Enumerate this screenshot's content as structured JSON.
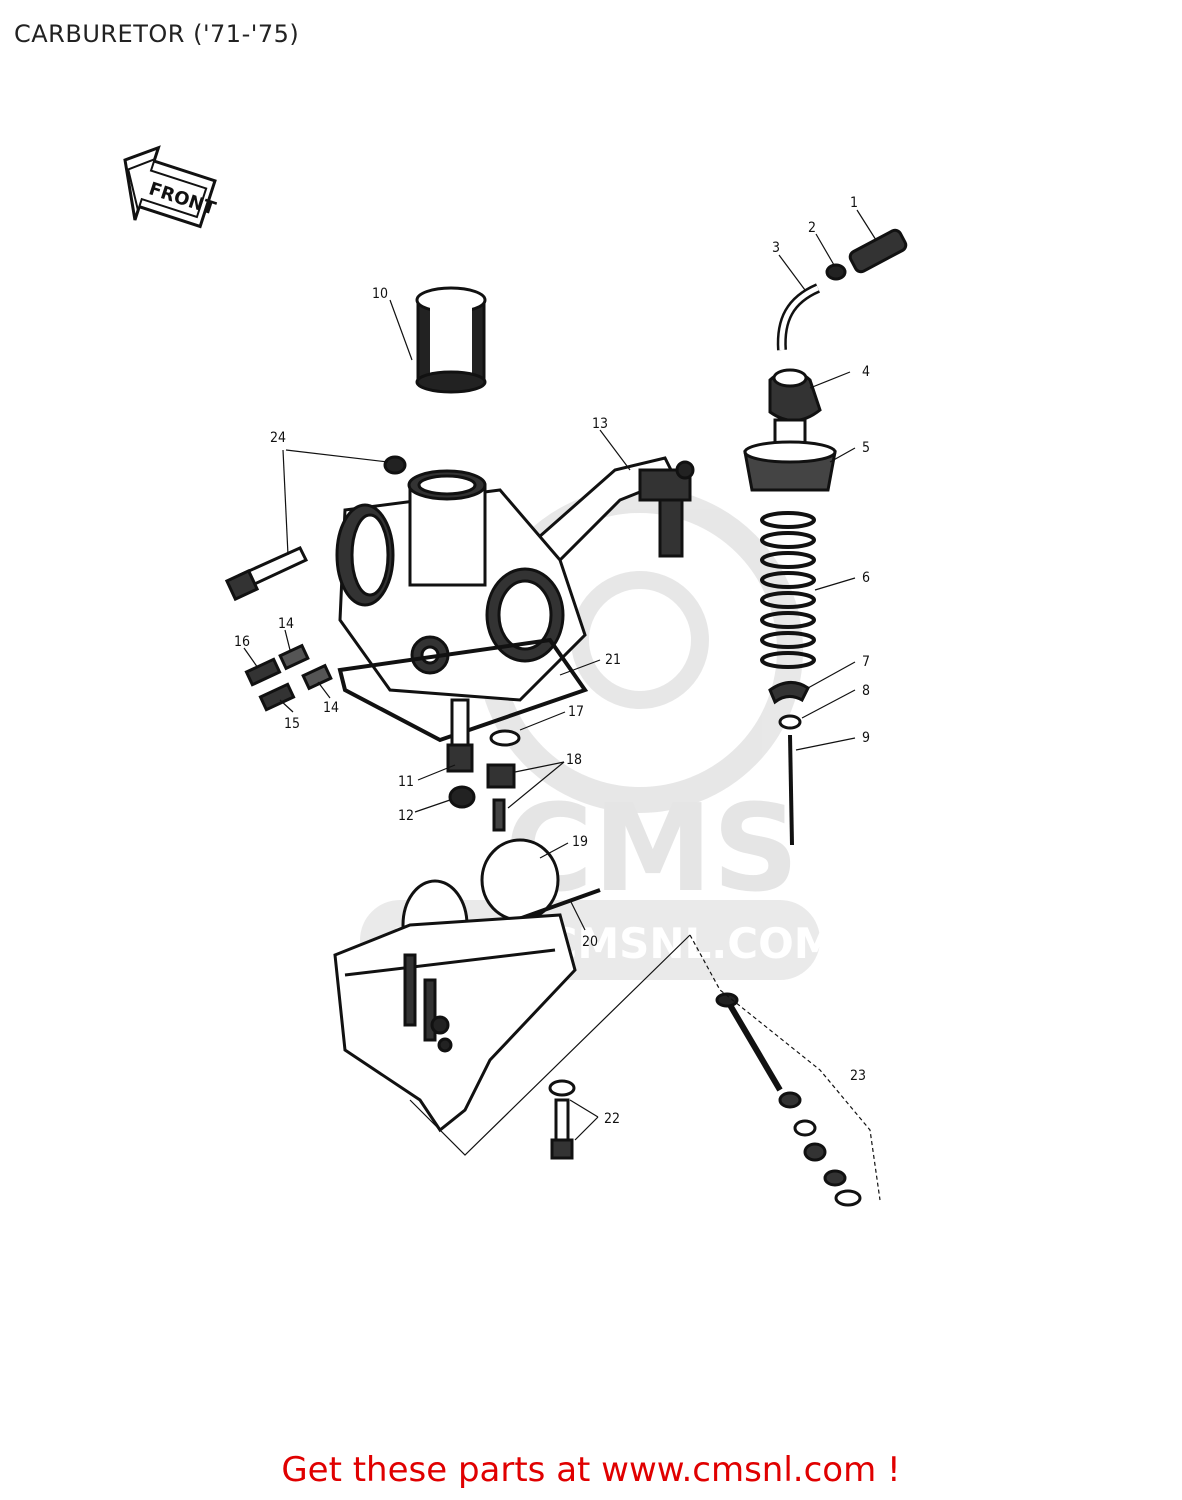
{
  "page": {
    "title": "CARBURETOR ('71-'75)",
    "footer_link": "Get these parts at www.cmsnl.com !"
  },
  "orientation_arrow": {
    "label": "FRONT"
  },
  "watermark": {
    "logo_text": "CMS",
    "site_text": "WWW.CMSNL.COM"
  },
  "callouts": [
    {
      "id": "1",
      "label": "1"
    },
    {
      "id": "2",
      "label": "2"
    },
    {
      "id": "3",
      "label": "3"
    },
    {
      "id": "4",
      "label": "4"
    },
    {
      "id": "5",
      "label": "5"
    },
    {
      "id": "6",
      "label": "6"
    },
    {
      "id": "7",
      "label": "7"
    },
    {
      "id": "8",
      "label": "8"
    },
    {
      "id": "9",
      "label": "9"
    },
    {
      "id": "10",
      "label": "10"
    },
    {
      "id": "11",
      "label": "11"
    },
    {
      "id": "12",
      "label": "12"
    },
    {
      "id": "13",
      "label": "13"
    },
    {
      "id": "14a",
      "label": "14"
    },
    {
      "id": "14b",
      "label": "14"
    },
    {
      "id": "15",
      "label": "15"
    },
    {
      "id": "16",
      "label": "16"
    },
    {
      "id": "17",
      "label": "17"
    },
    {
      "id": "18",
      "label": "18"
    },
    {
      "id": "19",
      "label": "19"
    },
    {
      "id": "20",
      "label": "20"
    },
    {
      "id": "21",
      "label": "21"
    },
    {
      "id": "22",
      "label": "22"
    },
    {
      "id": "23",
      "label": "23"
    },
    {
      "id": "24",
      "label": "24"
    }
  ],
  "colors": {
    "footer": "#e00000",
    "line": "#111111",
    "watermark": "#d9d9d9"
  }
}
